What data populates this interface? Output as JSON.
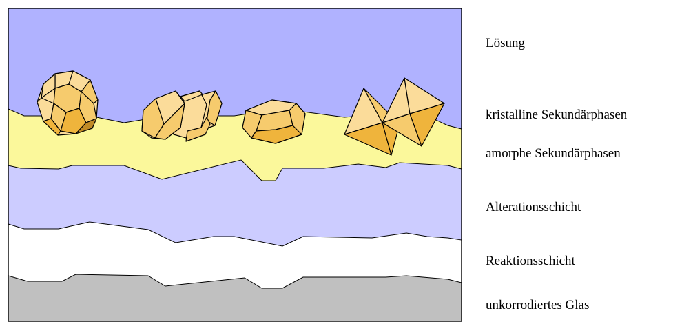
{
  "layers": [
    {
      "key": "solution",
      "label": "Lösung",
      "color": "#b0b2ff"
    },
    {
      "key": "crystalline",
      "label": "kristalline Sekundärphasen",
      "color": "#f4c25a"
    },
    {
      "key": "amorphous",
      "label": "amorphe Sekundärphasen",
      "color": "#fbf89b"
    },
    {
      "key": "alteration",
      "label": "Alterationsschicht",
      "color": "#ccccff"
    },
    {
      "key": "reaction",
      "label": "Reaktionsschicht",
      "color": "#ffffff"
    },
    {
      "key": "glass",
      "label": "unkorrodiertes Glas",
      "color": "#c0c0c0"
    }
  ],
  "crystal_colors": {
    "light": "#fbdc9a",
    "mid": "#f6cb6d",
    "dark": "#efb43c",
    "shadow": "#c08a26"
  }
}
